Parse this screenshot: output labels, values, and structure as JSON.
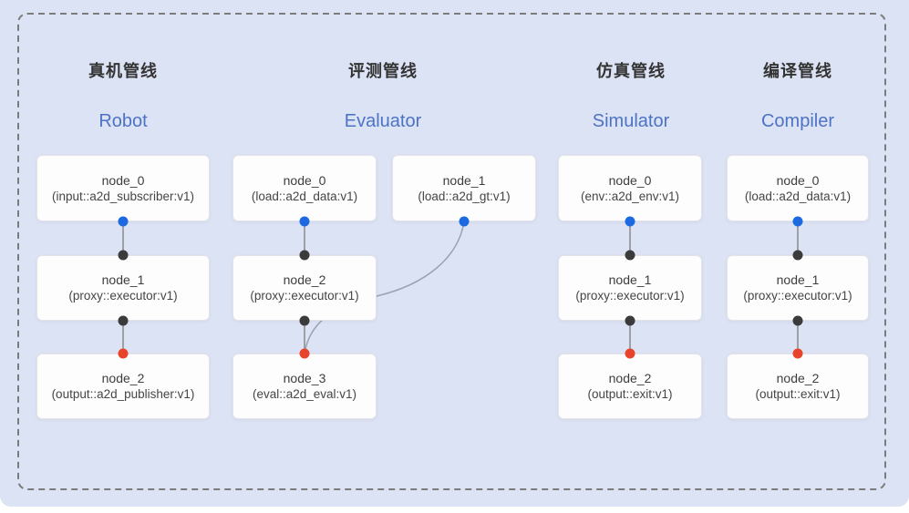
{
  "figure": {
    "background_color": "#dce3f4",
    "frame_border_color": "#7c7c7c",
    "title_color": "#333333",
    "subtitle_color": "#4d73c6",
    "node_background": "#fdfdfe",
    "node_border_color": "#e2e3e8",
    "edge_color": "#7d7d7d",
    "cross_edge_color": "#9aa3b2",
    "port_colors": {
      "input": "#1c69e0",
      "middle": "#3b3b3b",
      "output": "#e8432b"
    }
  },
  "pipelines": [
    {
      "title": "真机管线",
      "subtitle": "Robot",
      "nodes": [
        {
          "name": "node_0",
          "spec": "(input::a2d_subscriber:v1)"
        },
        {
          "name": "node_1",
          "spec": "(proxy::executor:v1)"
        },
        {
          "name": "node_2",
          "spec": "(output::a2d_publisher:v1)"
        }
      ]
    },
    {
      "title": "评测管线",
      "subtitle": "Evaluator",
      "nodes": [
        {
          "name": "node_0",
          "spec": "(load::a2d_data:v1)"
        },
        {
          "name": "node_1",
          "spec": "(load::a2d_gt:v1)"
        },
        {
          "name": "node_2",
          "spec": "(proxy::executor:v1)"
        },
        {
          "name": "node_3",
          "spec": "(eval::a2d_eval:v1)"
        }
      ]
    },
    {
      "title": "仿真管线",
      "subtitle": "Simulator",
      "nodes": [
        {
          "name": "node_0",
          "spec": "(env::a2d_env:v1)"
        },
        {
          "name": "node_1",
          "spec": "(proxy::executor:v1)"
        },
        {
          "name": "node_2",
          "spec": "(output::exit:v1)"
        }
      ]
    },
    {
      "title": "编译管线",
      "subtitle": "Compiler",
      "nodes": [
        {
          "name": "node_0",
          "spec": "(load::a2d_data:v1)"
        },
        {
          "name": "node_1",
          "spec": "(proxy::executor:v1)"
        },
        {
          "name": "node_2",
          "spec": "(output::exit:v1)"
        }
      ]
    }
  ]
}
